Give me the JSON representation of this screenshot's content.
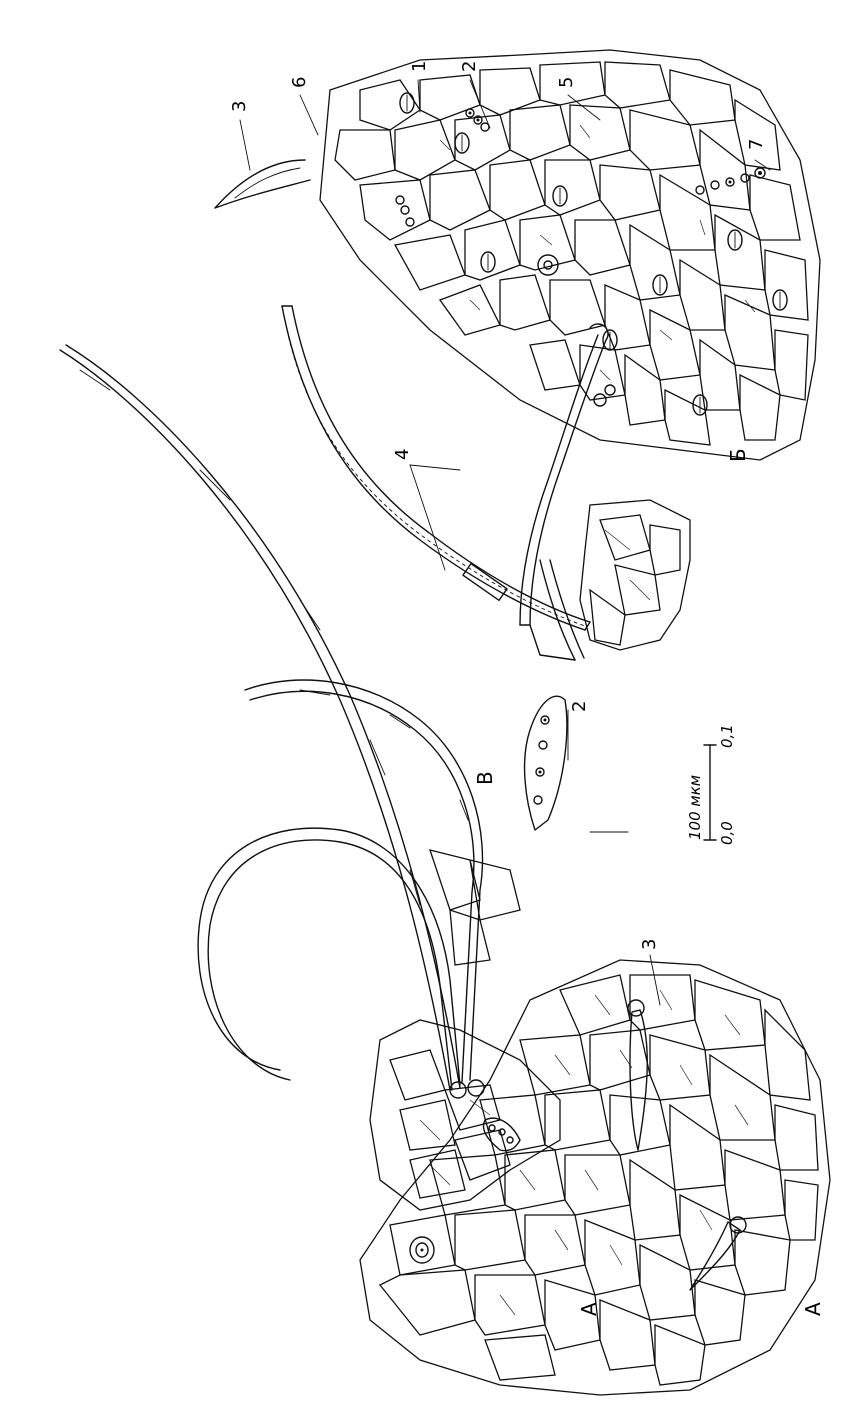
{
  "figure": {
    "panel_labels": {
      "a_lower": "A",
      "a_upper": "A",
      "b": "Б",
      "v": "В"
    },
    "callouts": {
      "c1": "1",
      "c2_top": "2",
      "c2_mid": "2",
      "c3_top": "3",
      "c3_bot": "3",
      "c4": "4",
      "c5": "5",
      "c6": "6",
      "c7": "7"
    },
    "scale_bar": {
      "unit": "100 мкм",
      "start": "0,0",
      "end": "0,1"
    }
  }
}
